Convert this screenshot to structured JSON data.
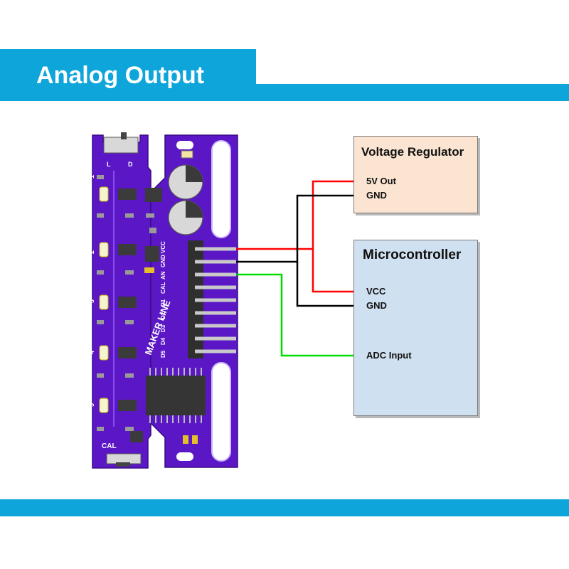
{
  "header": {
    "title": "Analog Output"
  },
  "board": {
    "brand_label": "MAKER LINE",
    "switch_labels": [
      "L",
      "D"
    ],
    "sensor_numbers": [
      "1",
      "2",
      "3",
      "4",
      "5"
    ],
    "cal_label": "CAL",
    "pin_labels": [
      "D5",
      "D4",
      "D3",
      "D2",
      "D1",
      "CAL",
      "AN",
      "GND",
      "VCC"
    ],
    "colors": {
      "pcb": "#5b17c6",
      "silkscreen": "#ffffff"
    }
  },
  "voltage_regulator": {
    "title": "Voltage Regulator",
    "pins": {
      "out": "5V Out",
      "gnd": "GND"
    },
    "color": "#fbe5d2"
  },
  "microcontroller": {
    "title": "Microcontroller",
    "pins": {
      "vcc": "VCC",
      "gnd": "GND",
      "adc": "ADC Input"
    },
    "color": "#cfe0f0"
  },
  "wires": {
    "power": "#ff0000",
    "ground": "#000000",
    "signal": "#00dd00"
  },
  "colors": {
    "accent": "#0ea5da"
  }
}
